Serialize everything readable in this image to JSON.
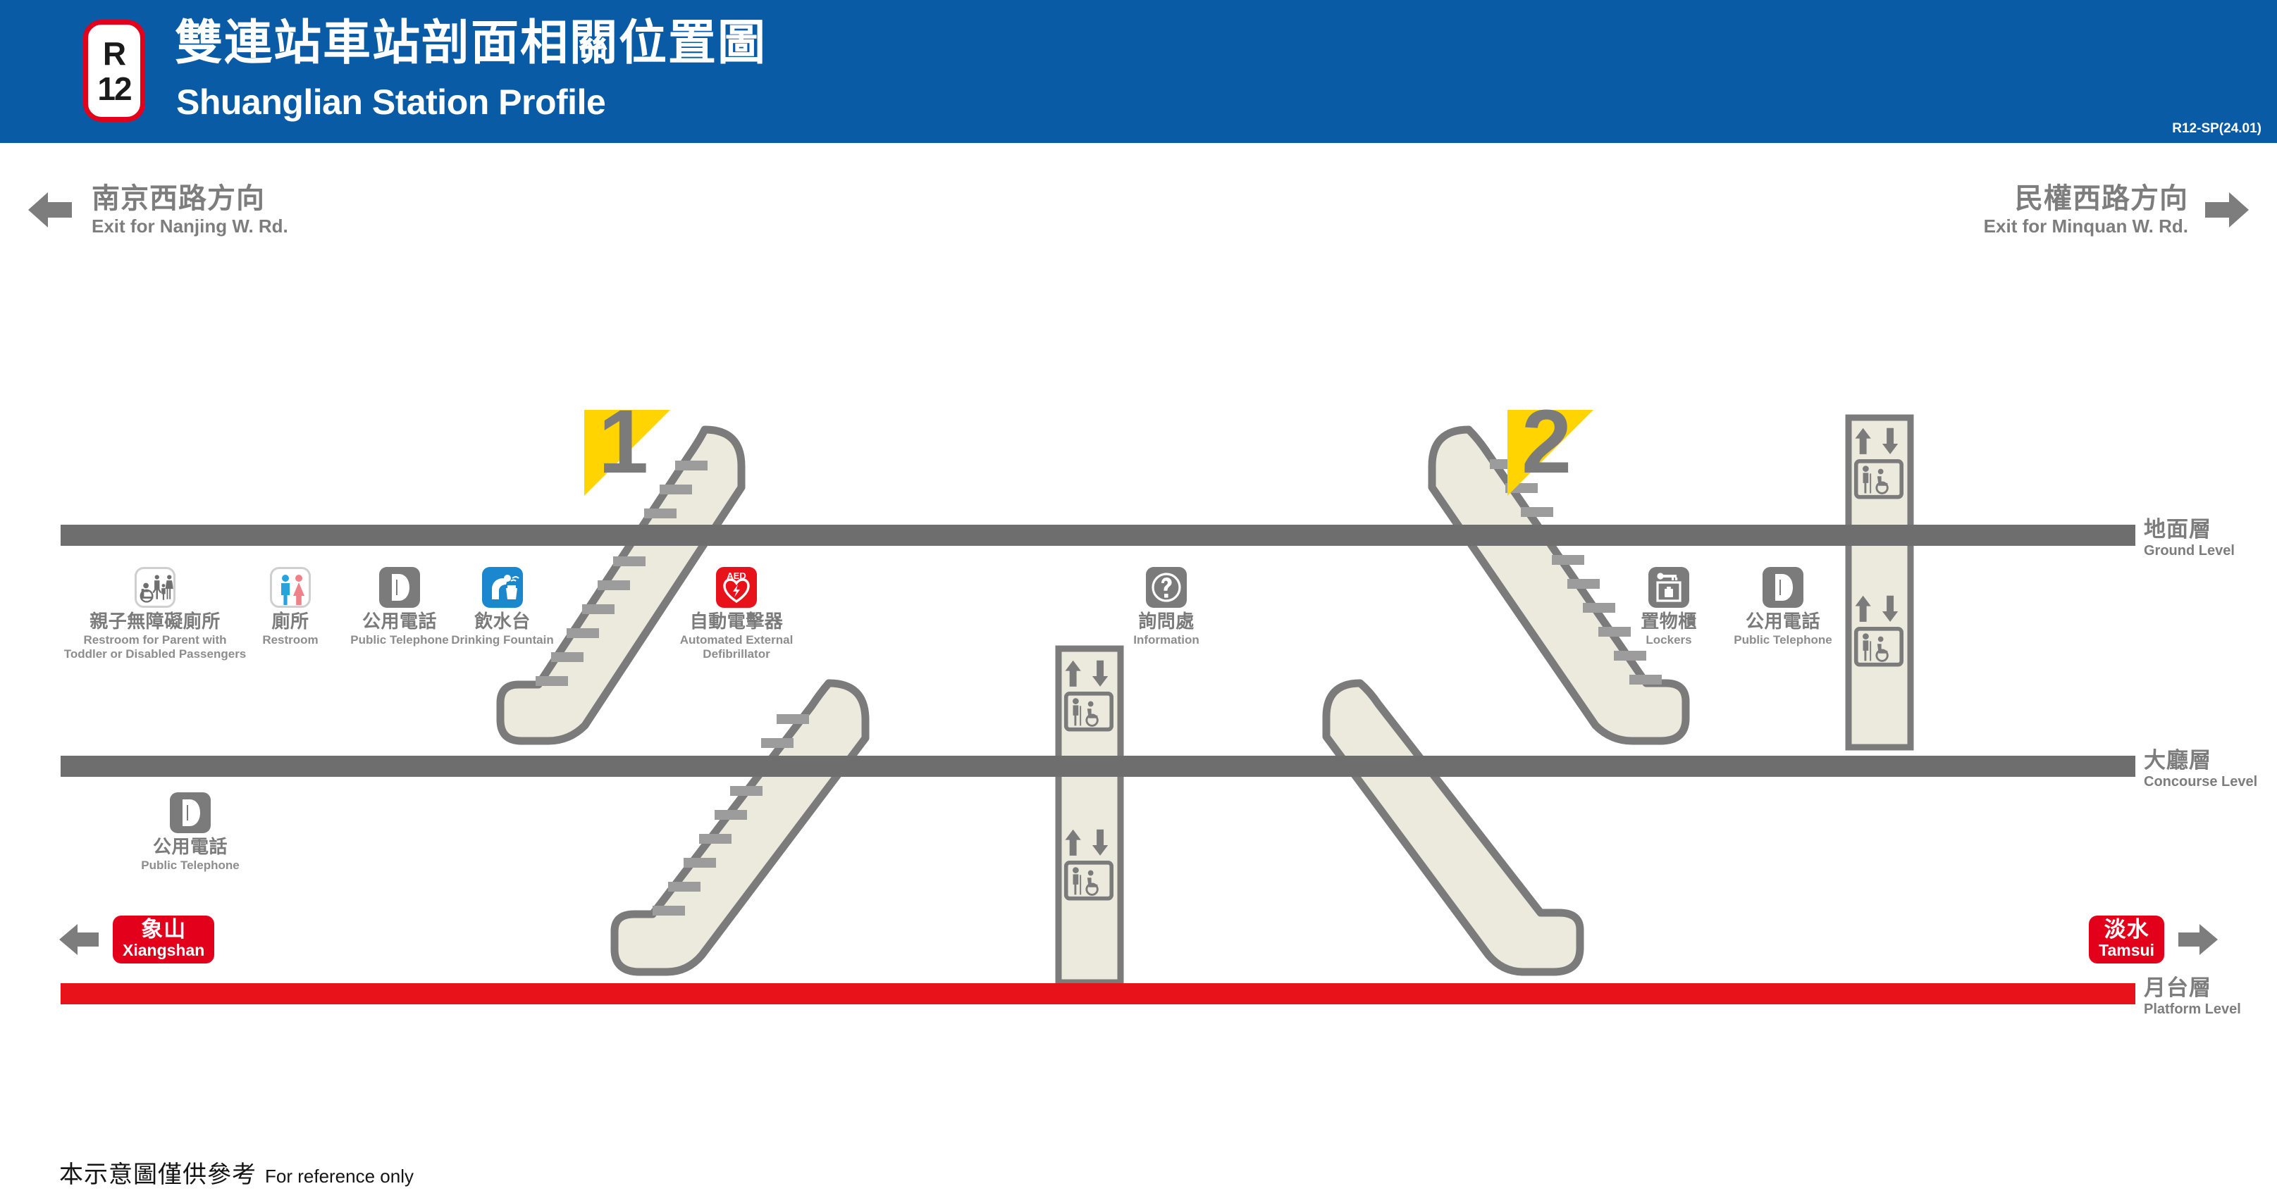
{
  "header": {
    "line_letter": "R",
    "station_number": "12",
    "title_cn": "雙連站車站剖面相關位置圖",
    "title_en": "Shuanglian Station Profile",
    "doc_code": "R12-SP(24.01)",
    "bg_color": "#0a5ba6",
    "badge_border_color": "#e3001b"
  },
  "directions": {
    "left": {
      "cn": "南京西路方向",
      "en": "Exit for Nanjing W. Rd.",
      "arrow": "arrow-left-icon"
    },
    "right": {
      "cn": "民權西路方向",
      "en": "Exit for Minquan W. Rd.",
      "arrow": "arrow-right-icon"
    }
  },
  "levels": [
    {
      "id": "ground",
      "cn": "地面層",
      "en": "Ground Level",
      "color": "#6e6e6e"
    },
    {
      "id": "concourse",
      "cn": "大廳層",
      "en": "Concourse Level",
      "color": "#6e6e6e"
    },
    {
      "id": "platform",
      "cn": "月台層",
      "en": "Platform Level",
      "color": "#e8131a"
    }
  ],
  "exits": [
    {
      "number": "1",
      "color": "#ffd400"
    },
    {
      "number": "2",
      "color": "#ffd400"
    }
  ],
  "facilities_ground": [
    {
      "icon": "accessible-family-restroom-icon",
      "cn": "親子無障礙廁所",
      "en": "Restroom for Parent with\nToddler or Disabled Passengers"
    },
    {
      "icon": "restroom-icon",
      "cn": "廁所",
      "en": "Restroom"
    },
    {
      "icon": "public-telephone-icon",
      "cn": "公用電話",
      "en": "Public Telephone"
    },
    {
      "icon": "drinking-fountain-icon",
      "cn": "飲水台",
      "en": "Drinking Fountain"
    },
    {
      "icon": "aed-icon",
      "cn": "自動電擊器",
      "en": "Automated External\nDefibrillator"
    },
    {
      "icon": "information-icon",
      "cn": "詢問處",
      "en": "Information"
    },
    {
      "icon": "lockers-icon",
      "cn": "置物櫃",
      "en": "Lockers"
    },
    {
      "icon": "public-telephone-icon",
      "cn": "公用電話",
      "en": "Public Telephone"
    }
  ],
  "facilities_concourse": [
    {
      "icon": "public-telephone-icon",
      "cn": "公用電話",
      "en": "Public Telephone"
    }
  ],
  "aed_label": {
    "cn": "自動電擊器",
    "en_line1": "Automated External",
    "en_line2": "Defibrillator"
  },
  "family_restroom_label": {
    "cn": "親子無障礙廁所",
    "en_line1": "Restroom for Parent with",
    "en_line2": "Toddler or Disabled Passengers"
  },
  "destinations": {
    "left": {
      "cn": "象山",
      "en": "Xiangshan",
      "color": "#e3001b"
    },
    "right": {
      "cn": "淡水",
      "en": "Tamsui",
      "color": "#e3001b"
    }
  },
  "elevator_icon_name": "elevator-icon",
  "escalator_icon_name": "escalator-icon",
  "footer": {
    "cn": "本示意圖僅供參考",
    "en": "For reference only"
  },
  "colors": {
    "escalator_fill": "#eceadd",
    "escalator_stroke": "#7b7b7b",
    "band_gray": "#6e6e6e",
    "band_red": "#e8131a",
    "text_gray": "#7b7b7b"
  }
}
